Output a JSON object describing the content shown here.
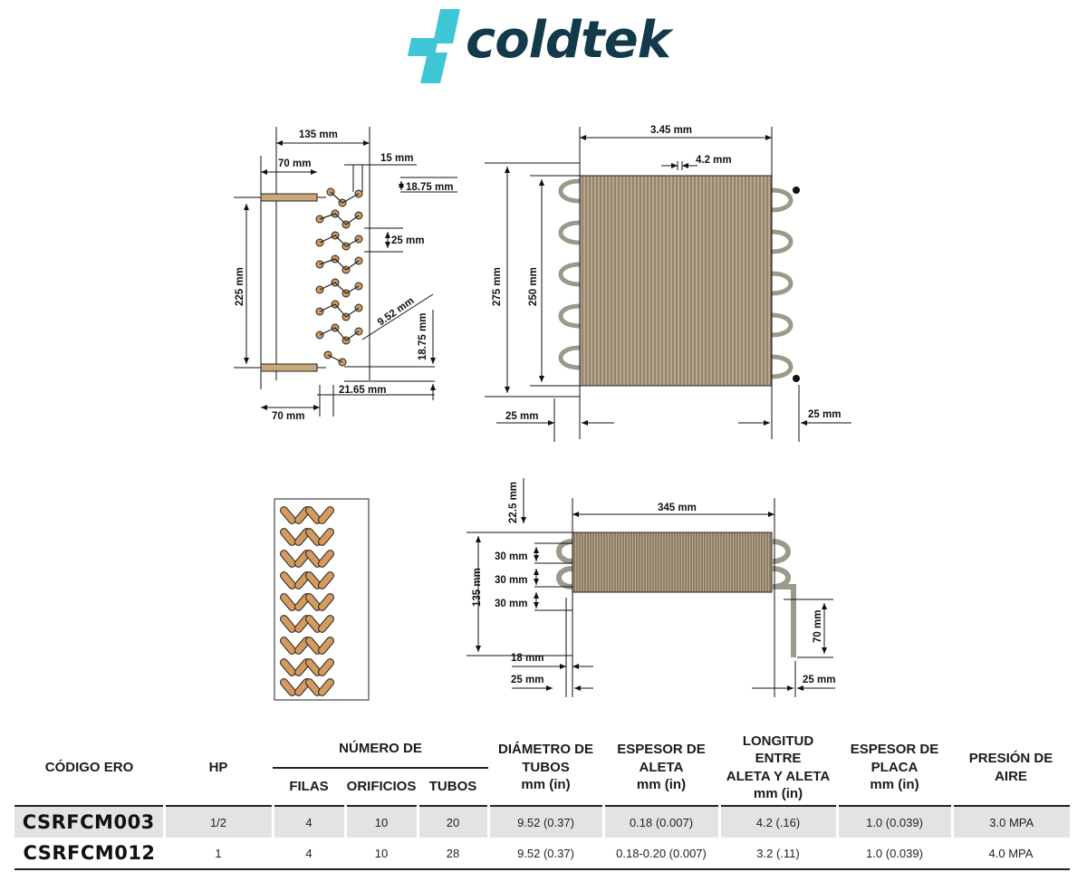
{
  "brand": {
    "name": "coldtek",
    "colors": {
      "teal": "#3ec6d6",
      "navy": "#123a4a"
    }
  },
  "diagram_top_left": {
    "labels": [
      "135 mm",
      "70 mm",
      "15 mm",
      "18.75 mm",
      "25 mm",
      "225 mm",
      "9.52 mm",
      "18.75 mm",
      "21.65 mm",
      "70 mm"
    ]
  },
  "diagram_top_right": {
    "labels": [
      "3.45 mm",
      "4.2 mm",
      "275 mm",
      "250 mm",
      "25 mm",
      "25 mm"
    ]
  },
  "diagram_bottom_right": {
    "labels": [
      "345 mm",
      "22.5 mm",
      "135 mm",
      "30 mm",
      "30 mm",
      "30 mm",
      "18 mm",
      "25 mm",
      "70 mm",
      "25 mm"
    ]
  },
  "table": {
    "headers": {
      "codigo": "CÓDIGO ERO",
      "hp": "HP",
      "numero_de": "NÚMERO DE",
      "filas": "FILAS",
      "orificios": "ORIFICIOS",
      "tubos": "TUBOS",
      "diametro_l1": "DIÁMETRO DE",
      "diametro_l2": "TUBOS",
      "diametro_unit": "mm (in)",
      "espesor_aleta_l1": "ESPESOR DE",
      "espesor_aleta_l2": "ALETA",
      "espesor_aleta_unit": "mm (in)",
      "longitud_l1": "LONGITUD ENTRE",
      "longitud_l2": "ALETA Y ALETA",
      "longitud_unit": "mm (in)",
      "espesor_placa_l1": "ESPESOR DE",
      "espesor_placa_l2": "PLACA",
      "espesor_placa_unit": "mm (in)",
      "presion_l1": "PRESIÓN DE",
      "presion_l2": "AIRE"
    },
    "rows": [
      {
        "codigo": "CSRFCM003",
        "hp": "1/2",
        "filas": "4",
        "orificios": "10",
        "tubos": "20",
        "diametro": "9.52 (0.37)",
        "espesor_aleta": "0.18 (0.007)",
        "longitud": "4.2 (.16)",
        "espesor_placa": "1.0 (0.039)",
        "presion": "3.0 MPA"
      },
      {
        "codigo": "CSRFCM012",
        "hp": "1",
        "filas": "4",
        "orificios": "10",
        "tubos": "28",
        "diametro": "9.52 (0.37)",
        "espesor_aleta": "0.18-0.20 (0.007)",
        "longitud": "3.2 (.11)",
        "espesor_placa": "1.0 (0.039)",
        "presion": "4.0 MPA"
      }
    ]
  }
}
